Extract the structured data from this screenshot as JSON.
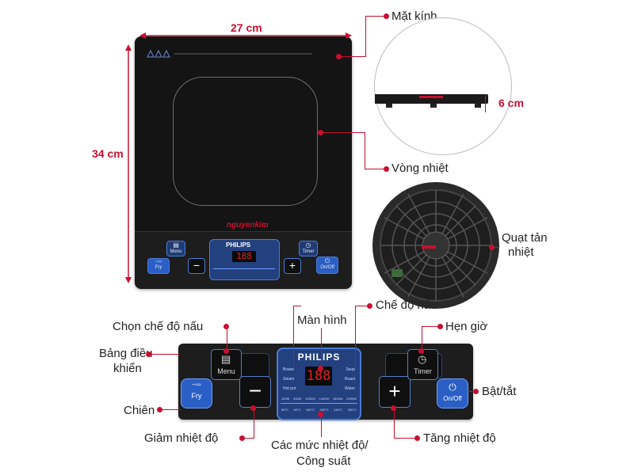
{
  "dimensions": {
    "width_label": "27 cm",
    "height_label": "34 cm",
    "side_height_label": "6 cm"
  },
  "callouts": {
    "glass": "Mặt kính",
    "heat_ring": "Vòng nhiệt",
    "fan_line1": "Quạt tản",
    "fan_line2": "nhiệt",
    "cooking_mode": "Chế độ nấu",
    "display": "Màn hình",
    "select_mode": "Chọn chế độ nấu",
    "timer": "Hẹn giờ",
    "panel_line1": "Bảng điều",
    "panel_line2": "khiển",
    "power": "Bật/tắt",
    "fry": "Chiên",
    "decrease": "Giảm nhiệt độ",
    "increase": "Tăng nhiệt độ",
    "levels_line1": "Các mức nhiệt độ/",
    "levels_line2": "Công suất"
  },
  "device": {
    "brand": "PHILIPS",
    "watermark": "nguyenkim",
    "display_digits": "188",
    "menu_label": "Menu",
    "timer_label": "Timer",
    "fry_label": "Fry",
    "power_label": "On/Off",
    "fry_icon_text": "~≈≈",
    "modes_left": [
      "Braise",
      "Steam",
      "Hot pot"
    ],
    "modes_right": [
      "Soup",
      "Roast",
      "Water"
    ],
    "power_levels": [
      "100W",
      "400W",
      "1000W",
      "1400W",
      "1800W",
      "2000W"
    ],
    "temp_levels": [
      "80°C",
      "60°C",
      "160°C",
      "200°C",
      "240°C",
      "280°C"
    ],
    "minus_symbol": "−",
    "plus_symbol": "+"
  }
}
